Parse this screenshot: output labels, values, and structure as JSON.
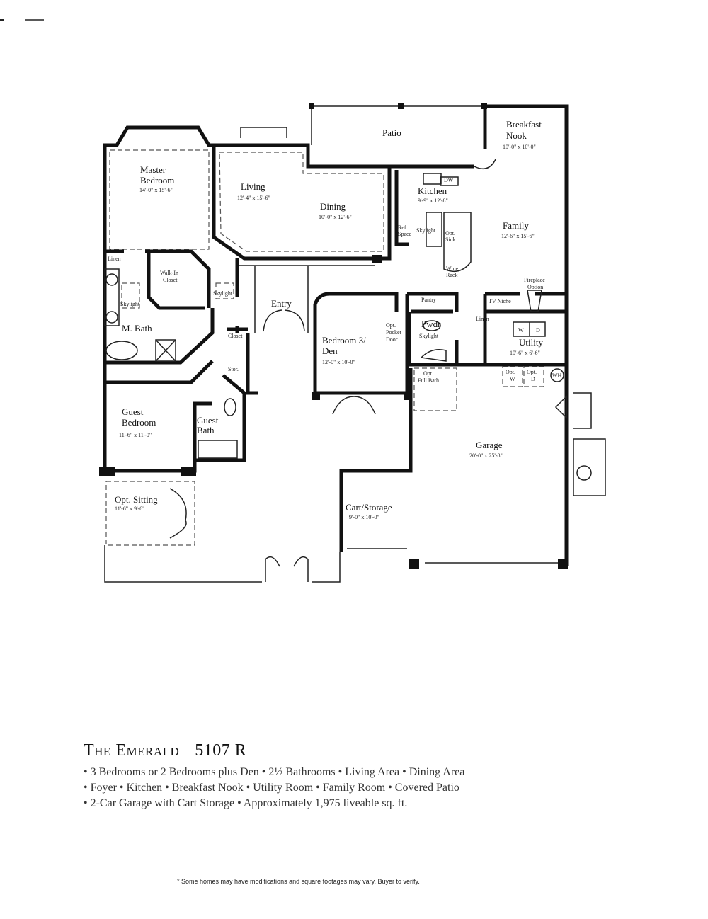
{
  "plan": {
    "rooms": {
      "patio": {
        "name": "Patio"
      },
      "nook": {
        "name": "Breakfast Nook",
        "line1": "Breakfast",
        "line2": "Nook",
        "dims": "10'-0\" x 10'-0\""
      },
      "master": {
        "line1": "Master",
        "line2": "Bedroom",
        "dims": "14'-0\" x 15'-6\""
      },
      "living": {
        "name": "Living",
        "dims": "12'-4\" x 15'-6\""
      },
      "dining": {
        "name": "Dining",
        "dims": "10'-0\" x 12'-6\""
      },
      "kitchen": {
        "name": "Kitchen",
        "dims": "9'-9\" x 12'-8\""
      },
      "family": {
        "name": "Family",
        "dims": "12'-6\" x 15'-6\""
      },
      "entry": {
        "name": "Entry"
      },
      "den": {
        "line1": "Bedroom 3/",
        "line2": "Den",
        "dims": "12'-0\" x 10'-0\""
      },
      "pwdr": {
        "name": "Pwdr"
      },
      "utility": {
        "name": "Utility",
        "dims": "10'-6\" x 6'-6\""
      },
      "mbath": {
        "name": "M. Bath"
      },
      "guest_bedroom": {
        "line1": "Guest",
        "line2": "Bedroom",
        "dims": "11'-6\" x 11'-0\""
      },
      "guest_bath": {
        "line1": "Guest",
        "line2": "Bath"
      },
      "garage": {
        "name": "Garage",
        "dims": "20'-0\" x 25'-8\""
      },
      "sitting": {
        "name": "Opt. Sitting",
        "dims": "11'-6\" x 9'-6\""
      },
      "cart": {
        "name": "Cart/Storage",
        "dims": "9'-0\" x 10'-0\""
      }
    },
    "fixtures": {
      "linen1": "Linen",
      "walkin1": "Walk-In",
      "walkin2": "Closet",
      "skylight1": "Skylight",
      "skylight2": "Skylight",
      "skylight3": "Skylight",
      "skylight4": "Skylight",
      "closet": "Closet",
      "stor": "Stor.",
      "pocket1": "Opt.",
      "pocket2": "Pocket",
      "pocket3": "Door",
      "pantry": "Pantry",
      "dw": "DW",
      "ref1": "Ref",
      "ref2": "Space",
      "sink1": "Opt.",
      "sink2": "Sink",
      "wine1": "Wine",
      "wine2": "Rack",
      "fire1": "Fireplace",
      "fire2": "Option",
      "tv": "TV Niche",
      "linen2": "Linen",
      "w": "W",
      "d": "D",
      "optw1": "Opt.",
      "optw2": "W",
      "optd1": "Opt.",
      "optd2": "D",
      "wh": "WH",
      "fullbath1": "Opt.",
      "fullbath2": "Full Bath"
    }
  },
  "info": {
    "title": "The Emerald",
    "model": "5107 R",
    "features": [
      "• 3 Bedrooms or 2 Bedrooms plus Den • 2½ Bathrooms • Living Area • Dining Area",
      "• Foyer • Kitchen • Breakfast Nook • Utility Room • Family Room • Covered Patio",
      "• 2-Car Garage with Cart Storage • Approximately 1,975 liveable sq. ft."
    ]
  },
  "disclaimer": "* Some homes may have modifications and square footages may vary. Buyer to verify."
}
